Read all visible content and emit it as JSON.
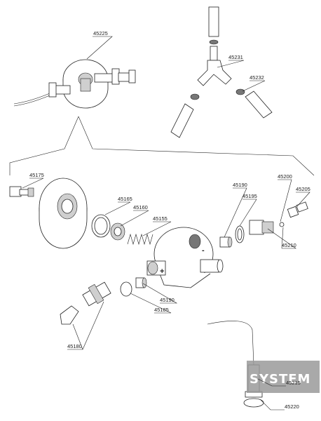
{
  "labels": {
    "p45225": "45225",
    "p45231": "45231",
    "p45232": "45232",
    "p45175": "45175",
    "p45165": "45165",
    "p45160": "45160",
    "p45155": "45155",
    "p45190a": "45190",
    "p45195": "45195",
    "p45200": "45200",
    "p45205": "45205",
    "p45210": "45210",
    "p45190b": "45190",
    "p45185": "45185",
    "p45180": "45180",
    "p45215": "45215",
    "p45220": "45220"
  },
  "watermark": "SYSTEM",
  "symbols": {
    "plus": "+",
    "minus": "-"
  }
}
